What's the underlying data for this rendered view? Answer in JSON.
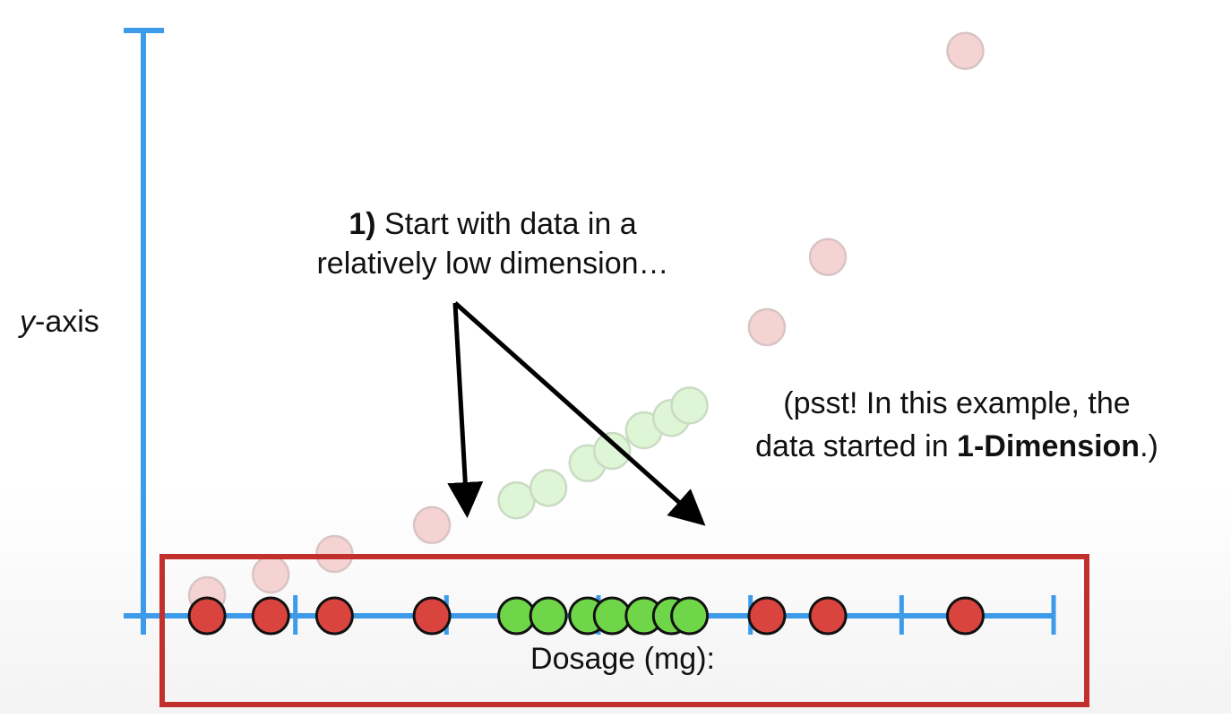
{
  "y_axis_label": {
    "italic": "y",
    "rest": "-axis"
  },
  "x_axis_label": "Dosage (mg):",
  "note_1": {
    "bold": "1)",
    "rest": " Start with data in a",
    "line2": "relatively low dimension…"
  },
  "note_2": {
    "line1": "(psst! In this example, the",
    "pre": "data started in ",
    "bold": "1-Dimension",
    "post": ".)"
  },
  "colors": {
    "axis": "#3d9be9",
    "red_point": "#d9443f",
    "green_point": "#6fd64a",
    "faded_red": "#f6d3d3",
    "faded_green": "#def5d6",
    "highlight_box": "#c1302c",
    "arrow": "#000000"
  },
  "chart_data": {
    "type": "scatter",
    "description_units": "relative dosage positions 0-1 along x-axis",
    "x_ticks": [
      0.0,
      0.167,
      0.333,
      0.5,
      0.667,
      0.833,
      1.0
    ],
    "points_1d": [
      {
        "x": 0.07,
        "class": "red"
      },
      {
        "x": 0.14,
        "class": "red"
      },
      {
        "x": 0.21,
        "class": "red"
      },
      {
        "x": 0.317,
        "class": "red"
      },
      {
        "x": 0.41,
        "class": "green"
      },
      {
        "x": 0.445,
        "class": "green"
      },
      {
        "x": 0.488,
        "class": "green"
      },
      {
        "x": 0.515,
        "class": "green"
      },
      {
        "x": 0.55,
        "class": "green"
      },
      {
        "x": 0.58,
        "class": "green"
      },
      {
        "x": 0.6,
        "class": "green"
      },
      {
        "x": 0.685,
        "class": "red"
      },
      {
        "x": 0.752,
        "class": "red"
      },
      {
        "x": 0.903,
        "class": "red"
      }
    ],
    "points_2d_faded": [
      {
        "x": 0.07,
        "y": 0.05,
        "class": "red"
      },
      {
        "x": 0.14,
        "y": 0.1,
        "class": "red"
      },
      {
        "x": 0.21,
        "y": 0.15,
        "class": "red"
      },
      {
        "x": 0.317,
        "y": 0.22,
        "class": "red"
      },
      {
        "x": 0.41,
        "y": 0.28,
        "class": "green"
      },
      {
        "x": 0.445,
        "y": 0.31,
        "class": "green"
      },
      {
        "x": 0.488,
        "y": 0.37,
        "class": "green"
      },
      {
        "x": 0.515,
        "y": 0.4,
        "class": "green"
      },
      {
        "x": 0.55,
        "y": 0.45,
        "class": "green"
      },
      {
        "x": 0.58,
        "y": 0.48,
        "class": "green"
      },
      {
        "x": 0.6,
        "y": 0.51,
        "class": "green"
      },
      {
        "x": 0.685,
        "y": 0.7,
        "class": "red"
      },
      {
        "x": 0.752,
        "y": 0.87,
        "class": "red"
      },
      {
        "x": 0.903,
        "y": 1.37,
        "class": "red"
      }
    ]
  }
}
